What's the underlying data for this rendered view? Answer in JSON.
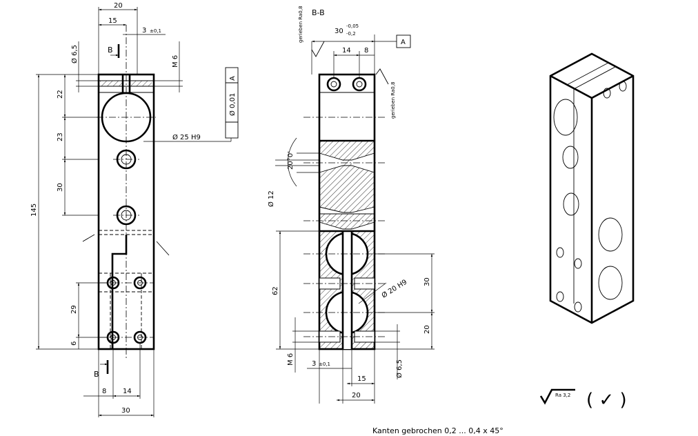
{
  "section_label": "B-B",
  "cut_label": "B",
  "datum": "A",
  "front": {
    "d_20": "20",
    "d_15": "15",
    "d_3": "3",
    "d_3_tol": "±0,1",
    "d_m6": "M 6",
    "d_65": "Ø 6,5",
    "d_22": "22",
    "d_23": "23",
    "d_30": "30",
    "d_145": "145",
    "d_29": "29",
    "d_6": "6",
    "d_8": "8",
    "d_14": "14",
    "d_30b": "30",
    "bore": "Ø 25 H9",
    "tolerance_frame": "Ø 0,01"
  },
  "section": {
    "d_30": "30",
    "d_30_upper": "-0,05",
    "d_30_lower": "-0,2",
    "d_14": "14",
    "d_8": "8",
    "d_angle": "20°0'",
    "d_12": "Ø 12",
    "d_62": "62",
    "bore": "Ø 20 H9",
    "d_30v": "30",
    "d_20v": "20",
    "d_m6": "M 6",
    "d_3": "3",
    "d_3_tol": "±0,1",
    "d_15": "15",
    "d_20": "20",
    "d_65": "Ø 6,5",
    "surface_note": "gerieben Ra0,8"
  },
  "surface_symbol": "Ra 3,2",
  "surface_paren": "( ✓ )",
  "footer_note": "Kanten gebrochen 0,2 ... 0,4 x 45°"
}
